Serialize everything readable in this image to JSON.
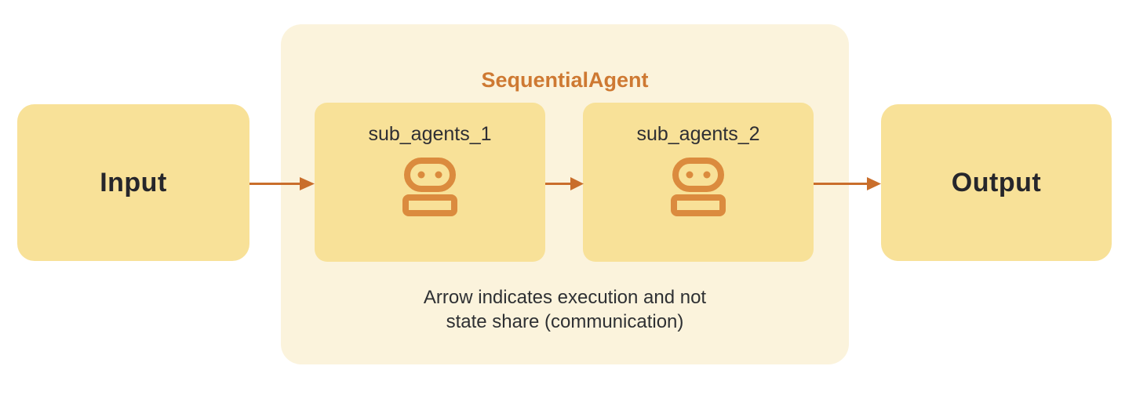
{
  "diagram": {
    "input_label": "Input",
    "output_label": "Output",
    "container_title": "SequentialAgent",
    "agents": [
      {
        "label": "sub_agents_1",
        "icon": "robot-icon"
      },
      {
        "label": "sub_agents_2",
        "icon": "robot-icon"
      }
    ],
    "caption_line1": "Arrow indicates execution and not",
    "caption_line2": "state share (communication)",
    "arrows": [
      {
        "from": "input-box",
        "to": "agent-box-1"
      },
      {
        "from": "agent-box-1",
        "to": "agent-box-2"
      },
      {
        "from": "agent-box-2",
        "to": "output-box"
      }
    ],
    "colors": {
      "box_fill": "#F8E198",
      "container_fill": "#FBF3DC",
      "title_orange": "#CE7932",
      "arrow_orange": "#C96E2B",
      "icon_orange": "#DB8B3E",
      "text_dark": "#26262B"
    }
  }
}
